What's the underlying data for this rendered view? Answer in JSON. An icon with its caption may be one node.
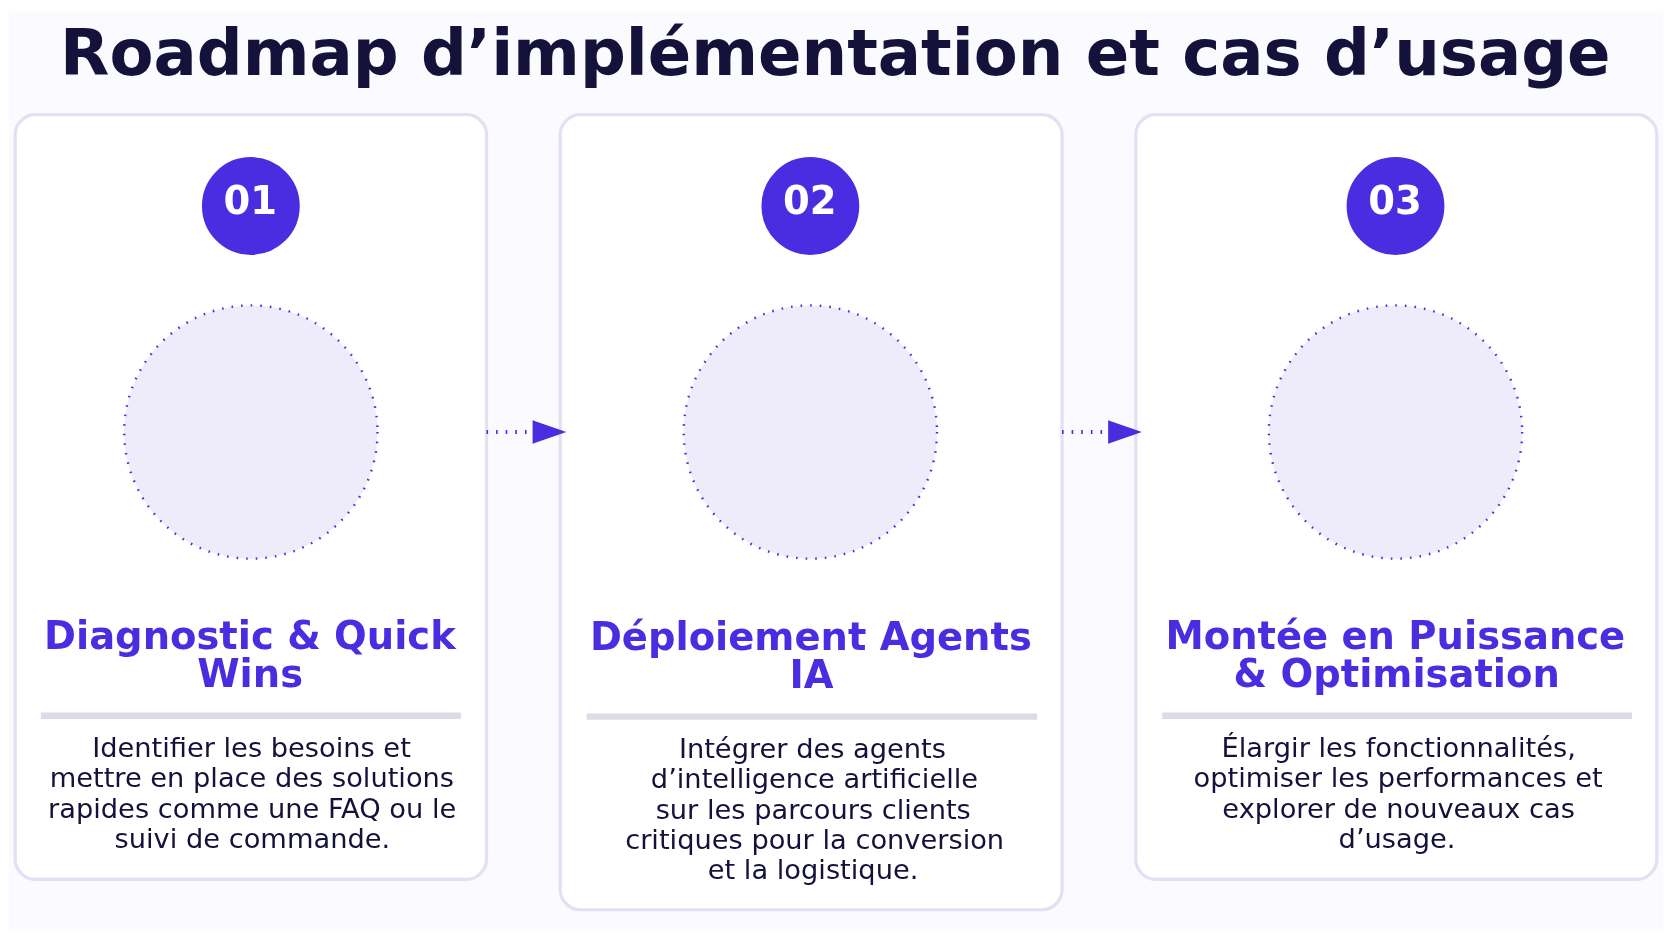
{
  "diagram": {
    "title": "Roadmap d’implémentation et cas d’usage",
    "nodes": [
      {
        "text": [
          "Diagnostic & Quick Wins",
          "Identifier les besoins et mettre en place des solutions rapides comme une FAQ ou le suivi de commande."
        ]
      },
      {
        "text": [
          "01"
        ],
        "in": 0
      },
      {
        "text": [],
        "shape": "circle",
        "in": 0
      },
      {
        "text": [
          "Déploiement Agents IA",
          "Intégrer des agents d’intelligence artificielle sur les parcours clients critiques pour la conversion et la logistique."
        ]
      },
      {
        "text": [
          "02"
        ],
        "in": 3
      },
      {
        "text": [],
        "shape": "circle",
        "in": 3
      },
      {
        "text": [
          "Montée en Puissance & Optimisation",
          "Élargir les fonctionnalités, optimiser les performances et explorer de nouveaux cas d’usage."
        ]
      },
      {
        "text": [
          "03"
        ],
        "in": 6
      },
      {
        "text": [],
        "shape": "circle",
        "in": 6
      }
    ],
    "edges": [
      {
        "from": 0,
        "to": 3,
        "arrow": "to",
        "style": "dashed"
      },
      {
        "from": 3,
        "to": 6,
        "arrow": "to",
        "style": "dashed"
      }
    ]
  }
}
